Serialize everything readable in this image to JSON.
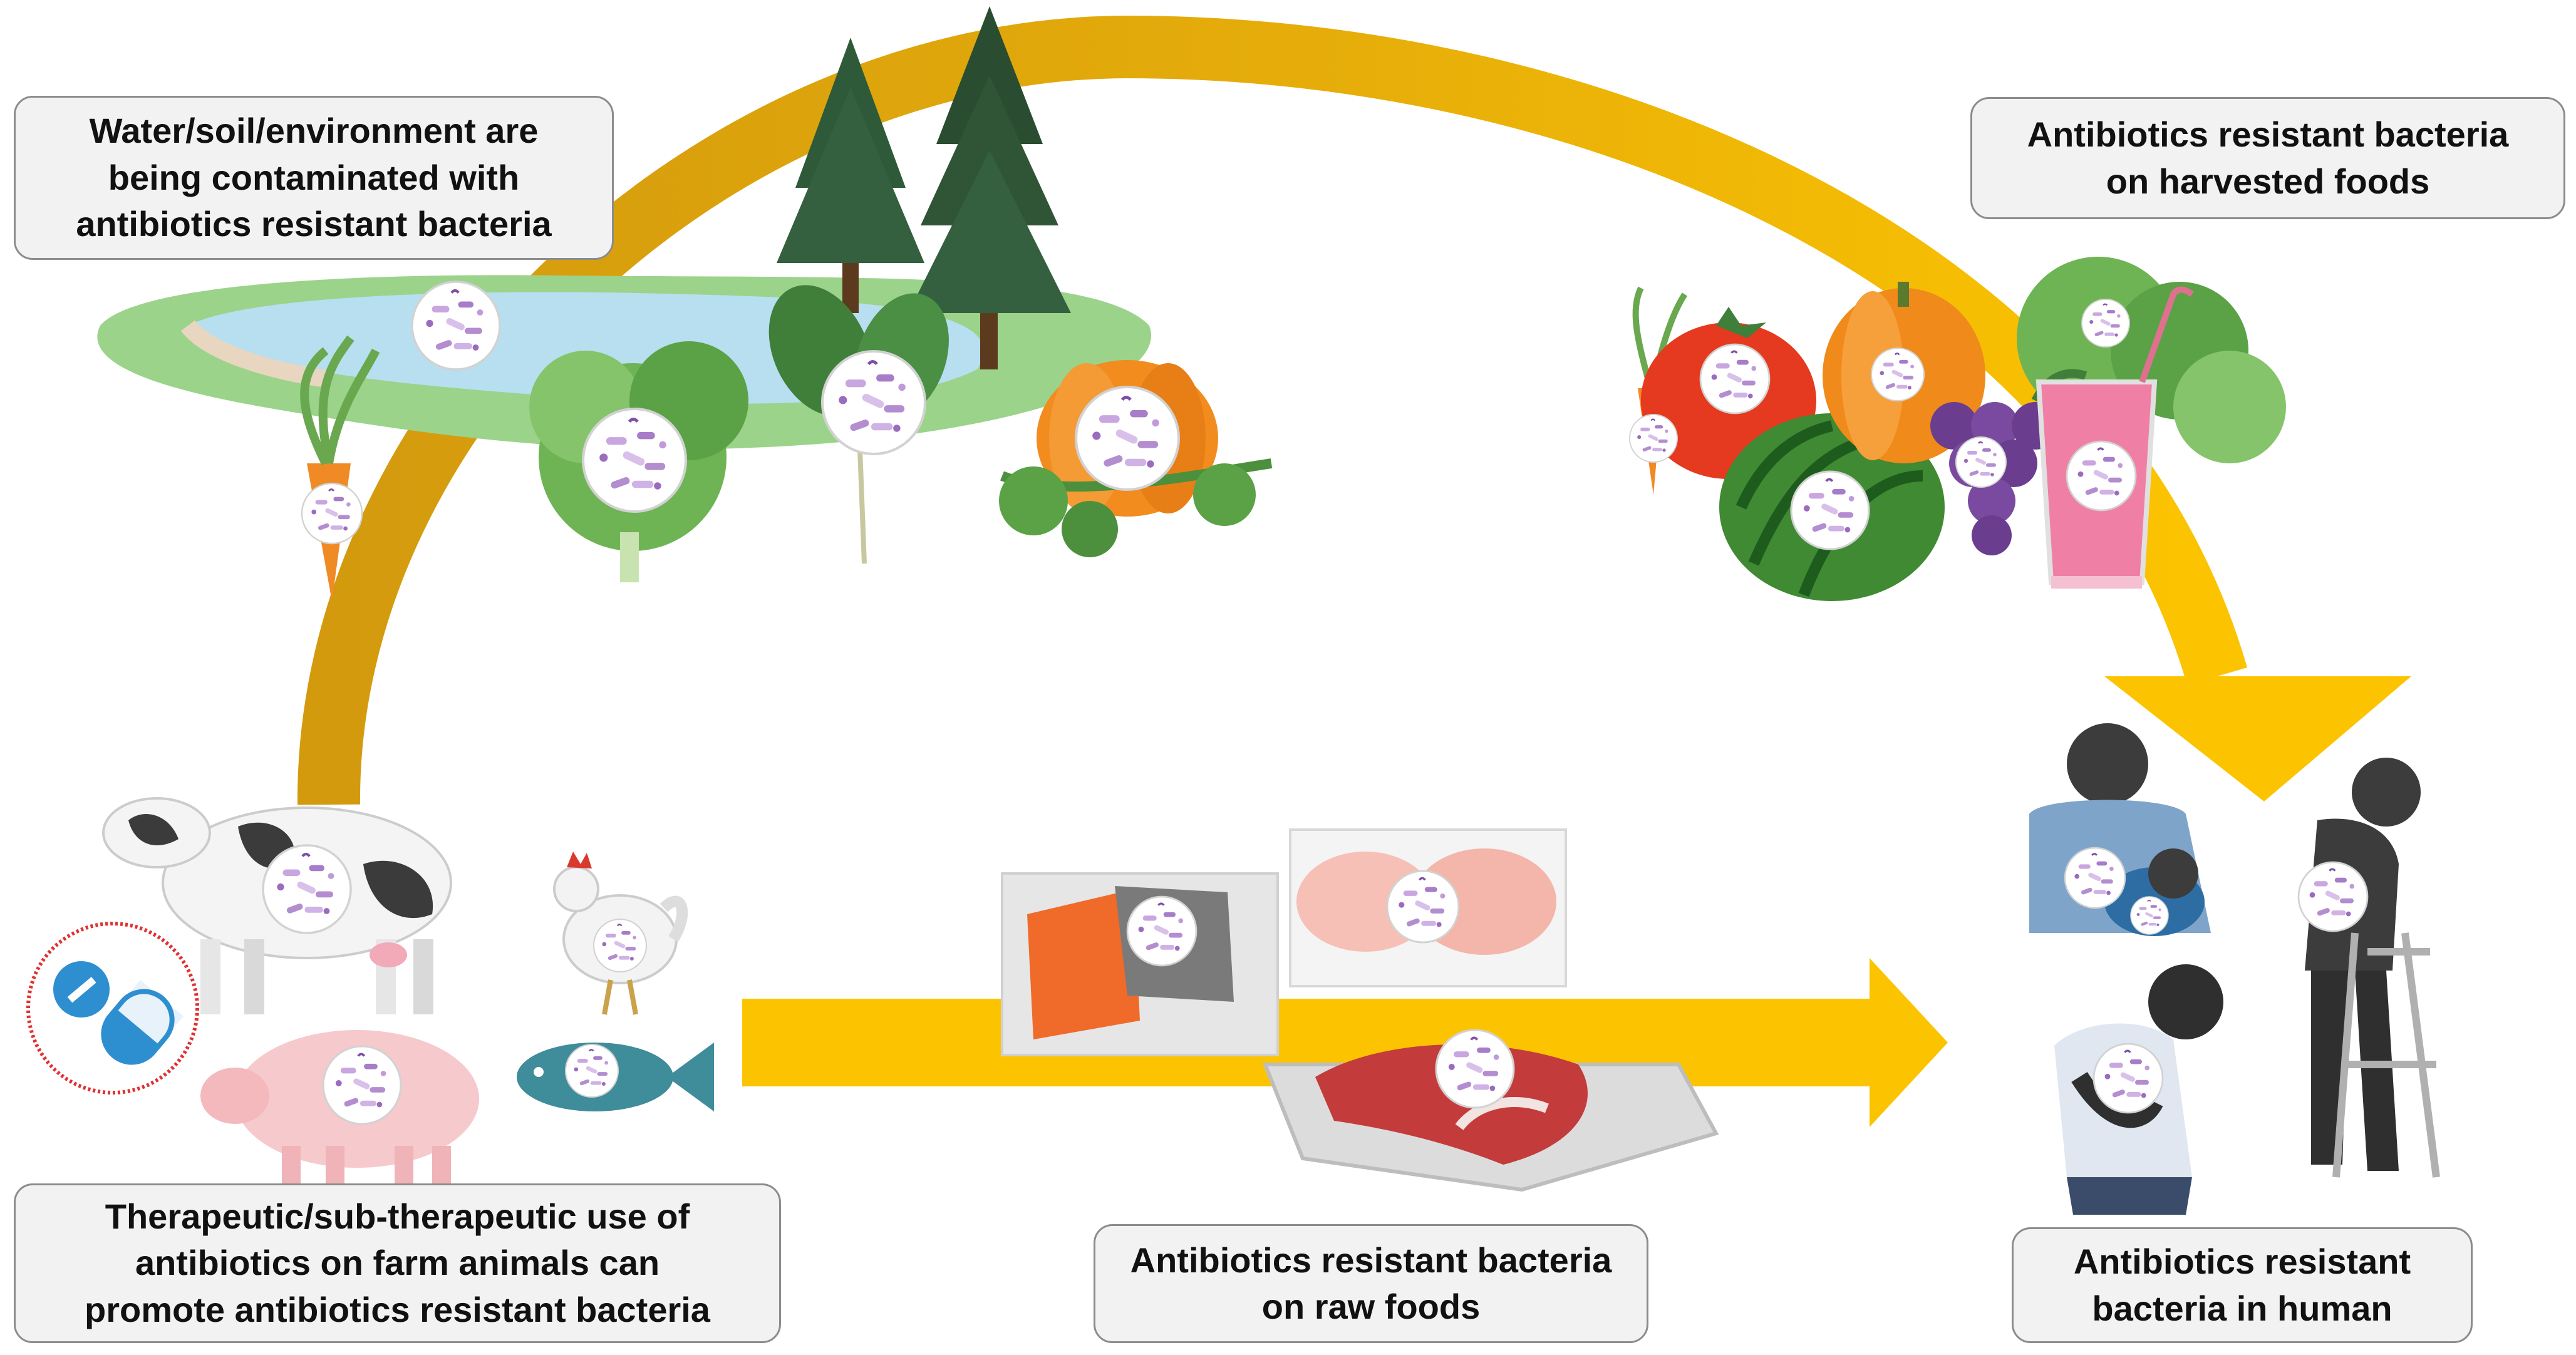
{
  "diagram": {
    "labels": {
      "environment": [
        "Water/soil/environment are",
        "being contaminated with",
        "antibiotics resistant bacteria"
      ],
      "harvested": [
        "Antibiotics resistant bacteria",
        "on harvested foods"
      ],
      "farm": [
        "Therapeutic/sub-therapeutic use of",
        "antibiotics on farm animals can",
        "promote antibiotics resistant bacteria"
      ],
      "raw": [
        "Antibiotics resistant bacteria",
        "on raw foods"
      ],
      "human": [
        "Antibiotics resistant",
        "bacteria in human"
      ]
    },
    "colors": {
      "arrow_dark": "#d9a210",
      "arrow_light": "#fcc400",
      "box_fill": "#f2f2f2",
      "box_border": "#8c8c8c",
      "water": "#b7dff0",
      "land": "#9bd38a",
      "bacteria": "#b48cd0",
      "pill": "#2e8fd0",
      "pill_ring": "#e03030"
    },
    "icons": [
      "cow-icon",
      "pig-icon",
      "chicken-icon",
      "fish-icon",
      "pill-icon",
      "tree-icon",
      "carrot-icon",
      "lettuce-icon",
      "pumpkin-icon",
      "tomato-icon",
      "watermelon-icon",
      "grapes-icon",
      "smoothie-icon",
      "salmon-package-icon",
      "chicken-breast-icon",
      "steak-tray-icon",
      "mother-baby-icon",
      "elderly-walker-icon",
      "sick-person-icon",
      "bacteria-icon"
    ]
  }
}
